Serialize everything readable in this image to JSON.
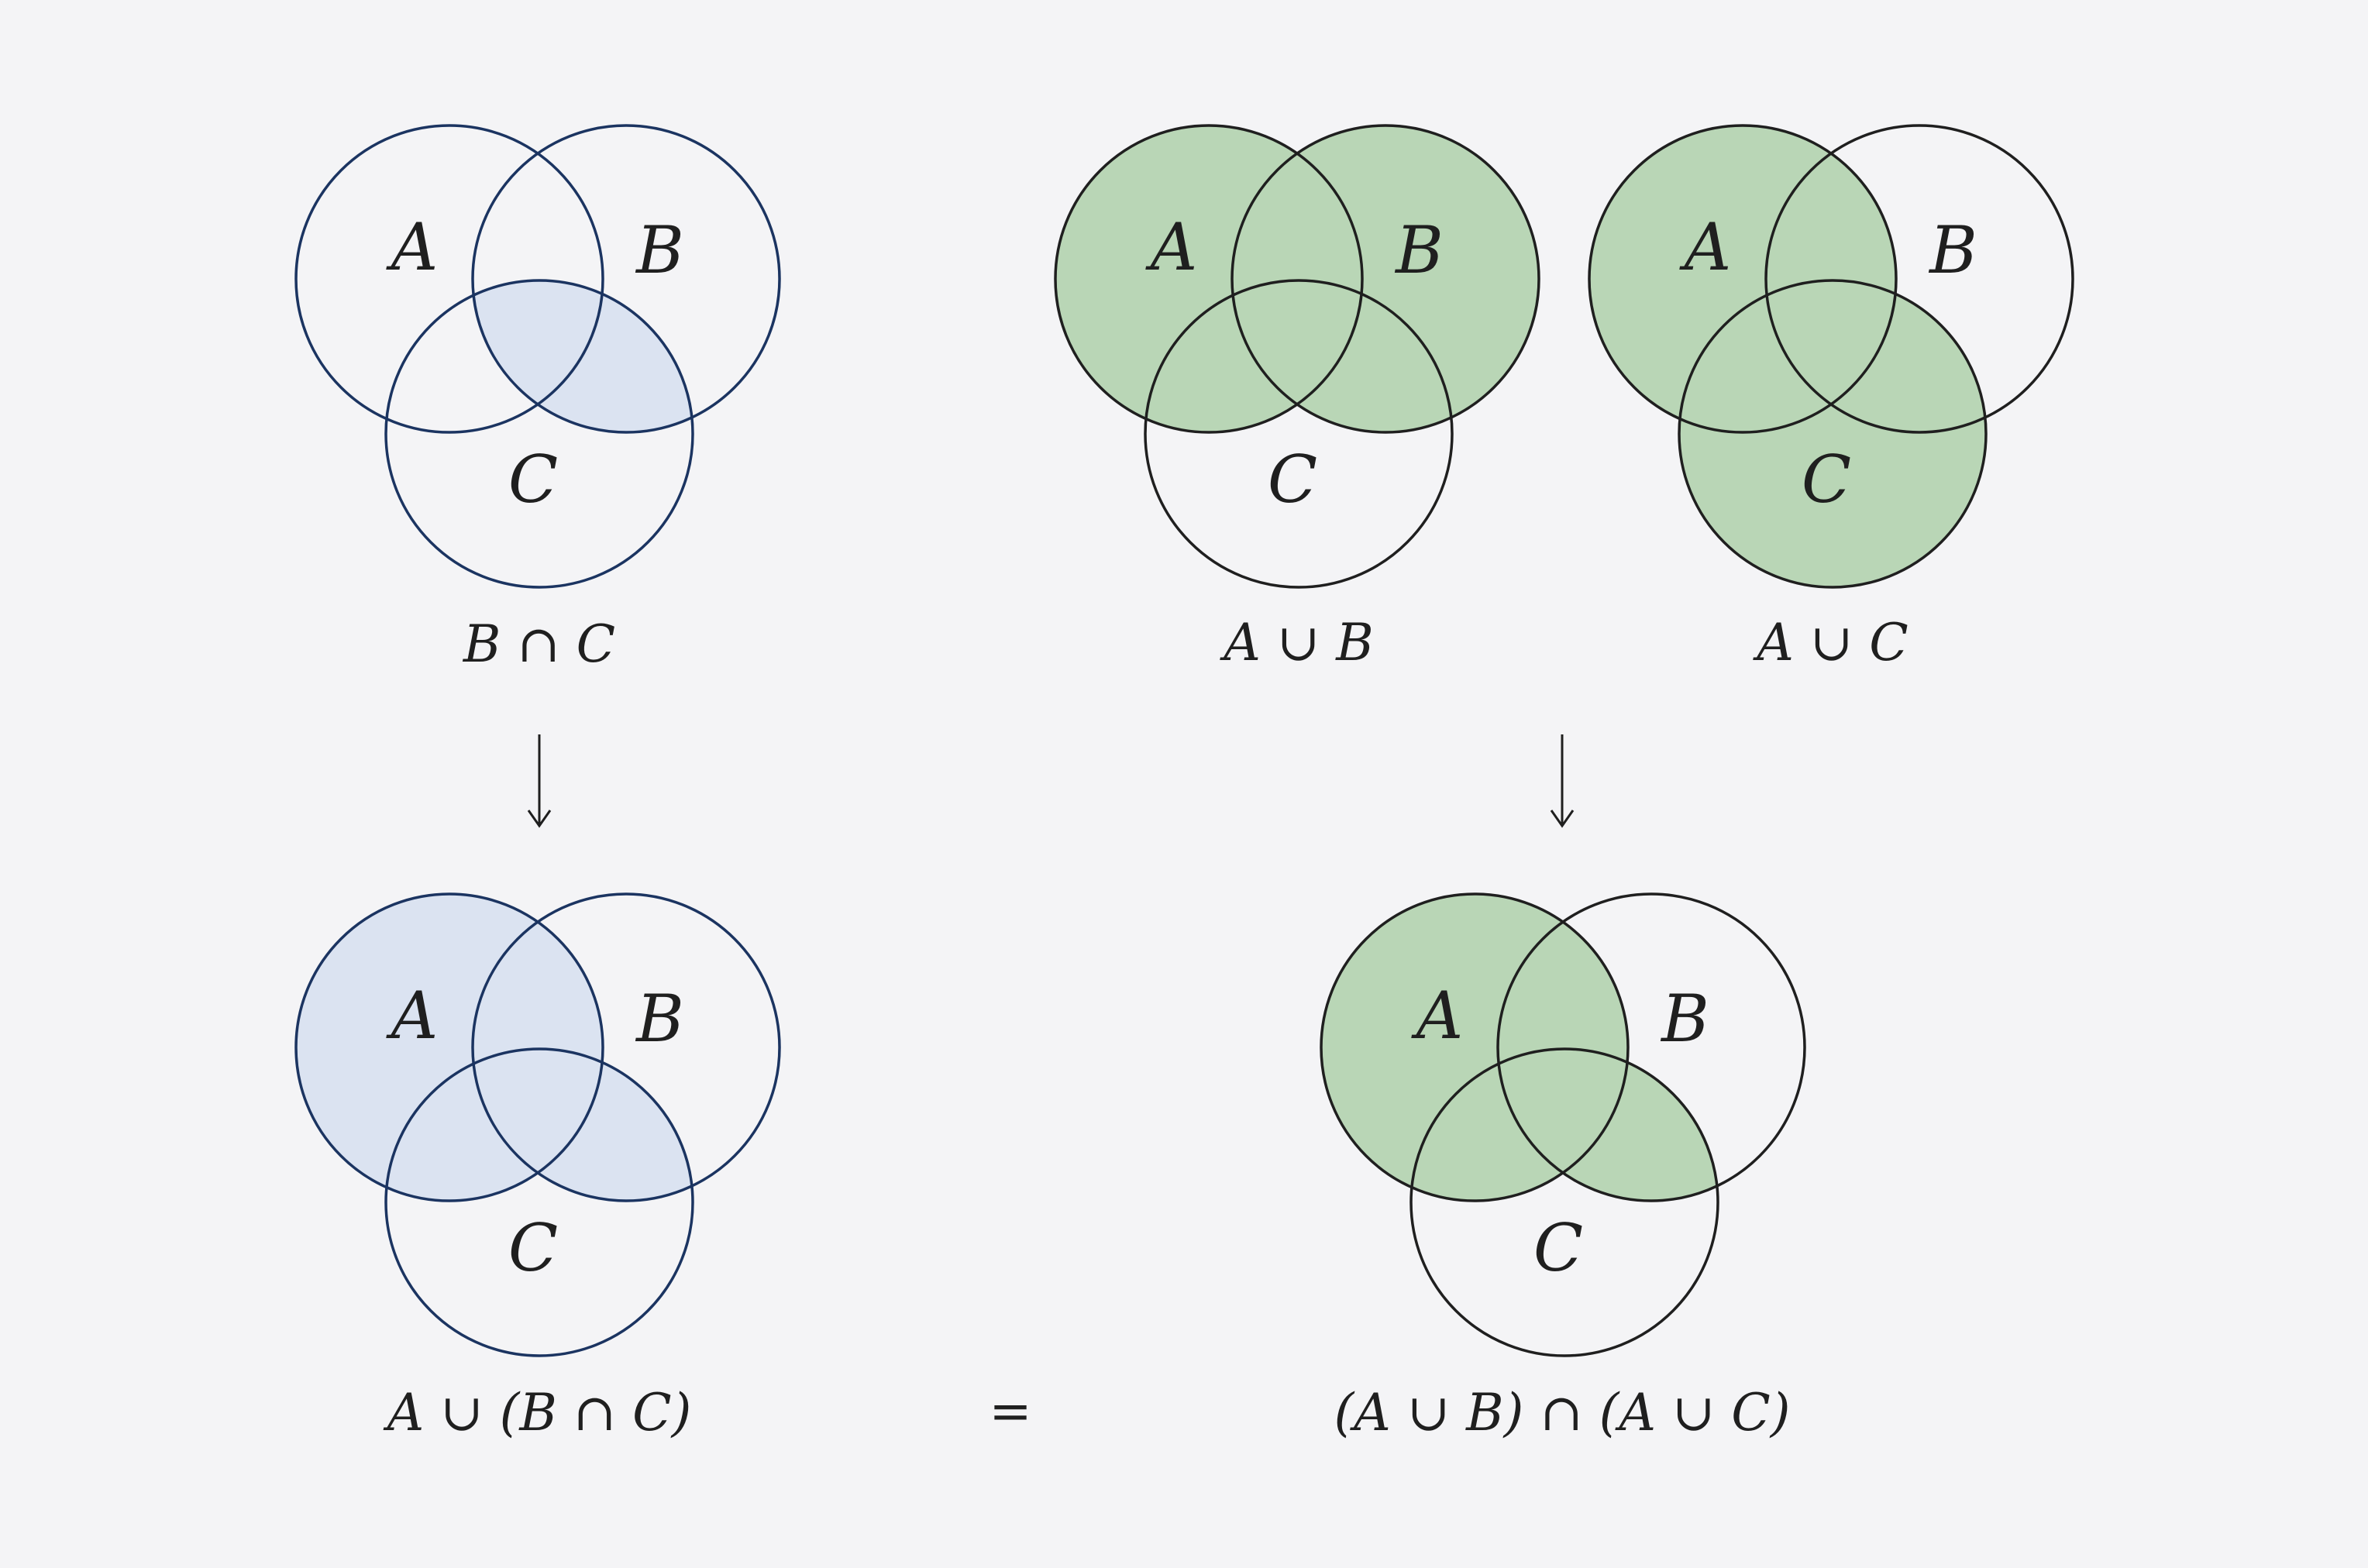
{
  "colors": {
    "background": "#f4f4f6",
    "blue_fill": "#dbe3f1",
    "blue_stroke": "#1b3461",
    "green_fill": "#b9d6b6",
    "dark_stroke": "#1f1f1f"
  },
  "set_labels": {
    "a": "A",
    "b": "B",
    "c": "C"
  },
  "captions": {
    "b_cap_c": "B ∩ C",
    "a_cup_b": "A ∪ B",
    "a_cup_c": "A ∪ C",
    "lhs": "A ∪ (B ∩ C)",
    "rhs": "(A ∪ B) ∩ (A ∪ C)",
    "equals": "="
  },
  "arrows": {
    "glyph": "↓"
  },
  "diagrams": [
    {
      "id": "b-cap-c",
      "caption": "captions.b_cap_c",
      "shaded": [
        "B∩C"
      ]
    },
    {
      "id": "a-cup-b",
      "caption": "captions.a_cup_b",
      "shaded": [
        "A",
        "B"
      ]
    },
    {
      "id": "a-cup-c",
      "caption": "captions.a_cup_c",
      "shaded": [
        "A",
        "C"
      ]
    },
    {
      "id": "lhs",
      "caption": "captions.lhs",
      "shaded": [
        "A",
        "B∩C"
      ]
    },
    {
      "id": "rhs",
      "caption": "captions.rhs",
      "shaded": [
        "A",
        "B∩C"
      ]
    }
  ]
}
